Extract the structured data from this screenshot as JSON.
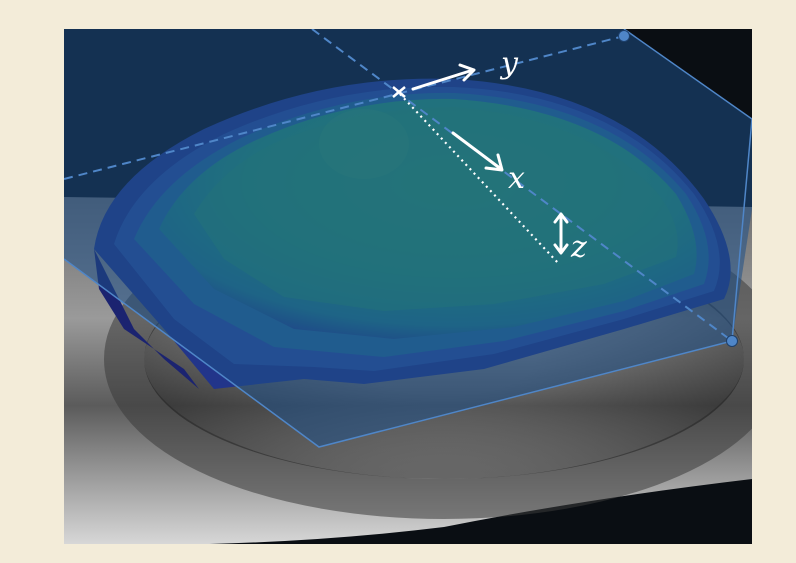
{
  "figure": {
    "axis_labels": {
      "x": "x",
      "y": "y",
      "z": "z"
    },
    "colors": {
      "background": "#f3ecd9",
      "plane": "#1d4f86",
      "dashed_line": "#4f86c8",
      "handle": "#4f86c8",
      "dome_top": "#2a9b63",
      "dome_edge": "#243a86",
      "arrow": "#ffffff"
    }
  }
}
